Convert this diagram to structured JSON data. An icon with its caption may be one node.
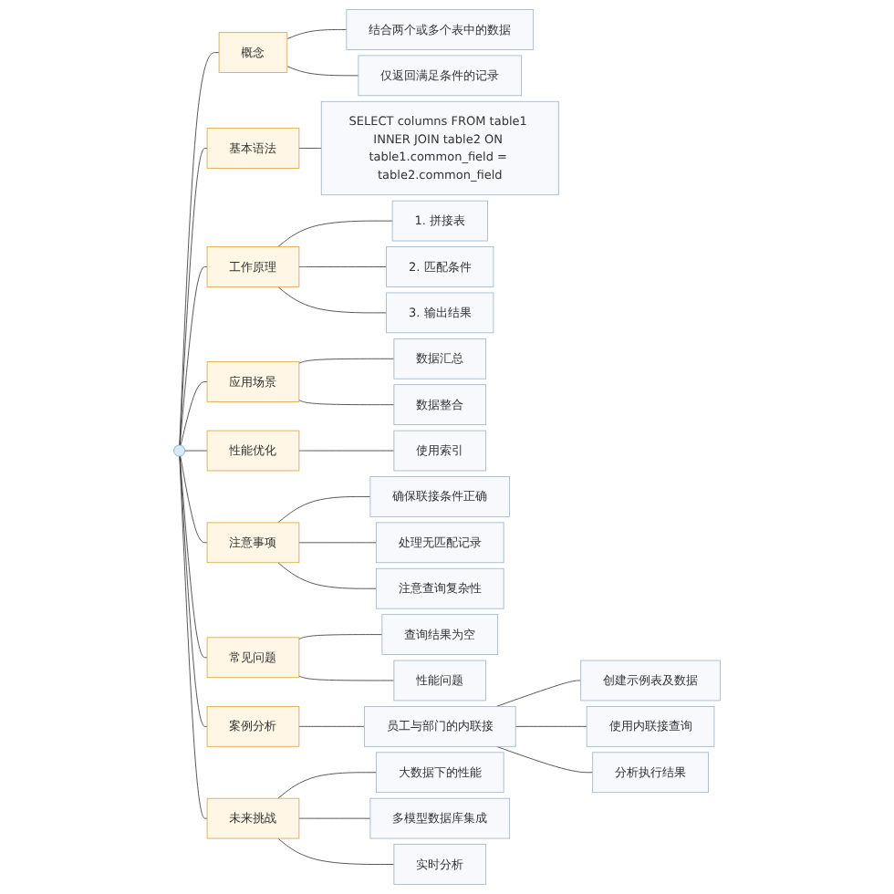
{
  "diagram": {
    "nodes": [
      {
        "text": [],
        "shape": "circle"
      },
      {
        "text": [
          "概念"
        ]
      },
      {
        "text": [
          "结合两个或多个表中的数据"
        ]
      },
      {
        "text": [
          "仅返回满足条件的记录"
        ]
      },
      {
        "text": [
          "基本语法"
        ]
      },
      {
        "text": [
          "SELECT columns FROM table1 INNER JOIN table2 ON table1.common_field = table2.common_field"
        ]
      },
      {
        "text": [
          "工作原理"
        ]
      },
      {
        "text": [
          "1. 拼接表"
        ]
      },
      {
        "text": [
          "2. 匹配条件"
        ]
      },
      {
        "text": [
          "3. 输出结果"
        ]
      },
      {
        "text": [
          "应用场景"
        ]
      },
      {
        "text": [
          "数据汇总"
        ]
      },
      {
        "text": [
          "数据整合"
        ]
      },
      {
        "text": [
          "性能优化"
        ]
      },
      {
        "text": [
          "使用索引"
        ]
      },
      {
        "text": [
          "注意事项"
        ]
      },
      {
        "text": [
          "确保联接条件正确"
        ]
      },
      {
        "text": [
          "处理无匹配记录"
        ]
      },
      {
        "text": [
          "注意查询复杂性"
        ]
      },
      {
        "text": [
          "常见问题"
        ]
      },
      {
        "text": [
          "查询结果为空"
        ]
      },
      {
        "text": [
          "性能问题"
        ]
      },
      {
        "text": [
          "案例分析"
        ]
      },
      {
        "text": [
          "员工与部门的内联接"
        ]
      },
      {
        "text": [
          "创建示例表及数据"
        ]
      },
      {
        "text": [
          "使用内联接查询"
        ]
      },
      {
        "text": [
          "分析执行结果"
        ]
      },
      {
        "text": [
          "未来挑战"
        ]
      },
      {
        "text": [
          "大数据下的性能"
        ]
      },
      {
        "text": [
          "多模型数据库集成"
        ]
      },
      {
        "text": [
          "实时分析"
        ]
      }
    ],
    "edges": [
      {
        "from": 0,
        "to": 1,
        "arrow": "none"
      },
      {
        "from": 1,
        "to": 2,
        "arrow": "none"
      },
      {
        "from": 1,
        "to": 3,
        "arrow": "none"
      },
      {
        "from": 0,
        "to": 4,
        "arrow": "none"
      },
      {
        "from": 4,
        "to": 5,
        "arrow": "none"
      },
      {
        "from": 0,
        "to": 6,
        "arrow": "none"
      },
      {
        "from": 6,
        "to": 7,
        "arrow": "none"
      },
      {
        "from": 6,
        "to": 8,
        "arrow": "none"
      },
      {
        "from": 6,
        "to": 9,
        "arrow": "none"
      },
      {
        "from": 0,
        "to": 10,
        "arrow": "none"
      },
      {
        "from": 10,
        "to": 11,
        "arrow": "none"
      },
      {
        "from": 10,
        "to": 12,
        "arrow": "none"
      },
      {
        "from": 0,
        "to": 13,
        "arrow": "none"
      },
      {
        "from": 13,
        "to": 14,
        "arrow": "none"
      },
      {
        "from": 0,
        "to": 15,
        "arrow": "none"
      },
      {
        "from": 15,
        "to": 16,
        "arrow": "none"
      },
      {
        "from": 15,
        "to": 17,
        "arrow": "none"
      },
      {
        "from": 15,
        "to": 18,
        "arrow": "none"
      },
      {
        "from": 0,
        "to": 19,
        "arrow": "none"
      },
      {
        "from": 19,
        "to": 20,
        "arrow": "none"
      },
      {
        "from": 19,
        "to": 21,
        "arrow": "none"
      },
      {
        "from": 0,
        "to": 22,
        "arrow": "none"
      },
      {
        "from": 22,
        "to": 23,
        "arrow": "none"
      },
      {
        "from": 23,
        "to": 24,
        "arrow": "none"
      },
      {
        "from": 23,
        "to": 25,
        "arrow": "none"
      },
      {
        "from": 23,
        "to": 26,
        "arrow": "none"
      },
      {
        "from": 0,
        "to": 27,
        "arrow": "none"
      },
      {
        "from": 27,
        "to": 28,
        "arrow": "none"
      },
      {
        "from": 27,
        "to": 29,
        "arrow": "none"
      },
      {
        "from": 27,
        "to": 30,
        "arrow": "none"
      }
    ]
  }
}
